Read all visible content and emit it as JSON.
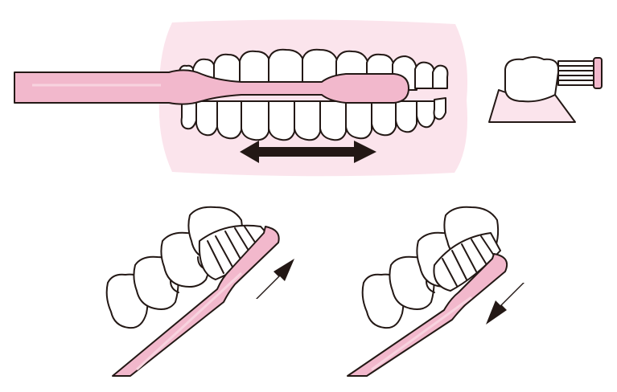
{
  "figure": {
    "panels": [
      {
        "id": "front",
        "depicts": "toothbrush-across-front-teeth",
        "motion": "horizontal-back-and-forth"
      },
      {
        "id": "side",
        "depicts": "brush-head-at-gumline-side-view",
        "motion": "none"
      },
      {
        "id": "sweep-up",
        "depicts": "brush-on-molars",
        "motion": "upward-stroke"
      },
      {
        "id": "sweep-down",
        "depicts": "brush-on-molars",
        "motion": "downward-stroke"
      }
    ]
  },
  "colors": {
    "outline": "#231815",
    "brush_pink": "#f2b8cc",
    "brush_pink_light": "#f8d3df",
    "mouth_bg": "#fbe4ec",
    "tooth": "#ffffff",
    "arrow": "#231815"
  },
  "icons": {
    "double_arrow": "double-arrow-icon",
    "up_arrow": "arrow-up-right-icon",
    "down_arrow": "arrow-down-left-icon"
  }
}
